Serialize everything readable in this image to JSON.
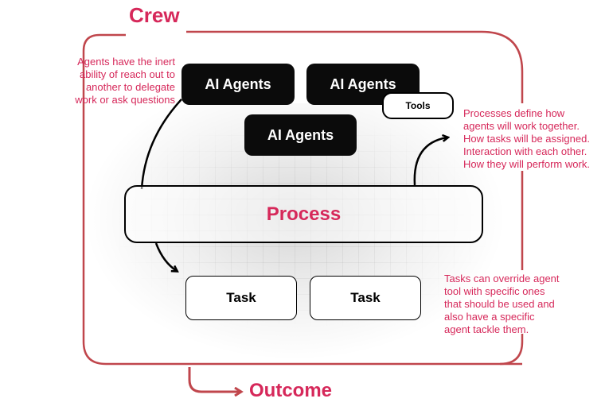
{
  "colors": {
    "accent": "#d6285a",
    "frame": "#c0464c",
    "ink": "#000000"
  },
  "crew": {
    "title": "Crew"
  },
  "agents": [
    {
      "label": "AI Agents"
    },
    {
      "label": "AI Agents"
    },
    {
      "label": "AI Agents"
    }
  ],
  "tools": {
    "label": "Tools"
  },
  "process": {
    "label": "Process"
  },
  "tasks": [
    {
      "label": "Task"
    },
    {
      "label": "Task"
    }
  ],
  "outcome": {
    "label": "Outcome"
  },
  "notes": {
    "agents": "Agents have the inert\nability of reach out to\nanother to delegate\nwork or ask questions",
    "processes": "Processes define how\nagents will work together.\nHow tasks will be assigned.\nInteraction with each other.\nHow they will perform work.",
    "tasks": "Tasks can override agent\ntool with specific ones\nthat should be used and\nalso have a specific\nagent tackle them."
  }
}
